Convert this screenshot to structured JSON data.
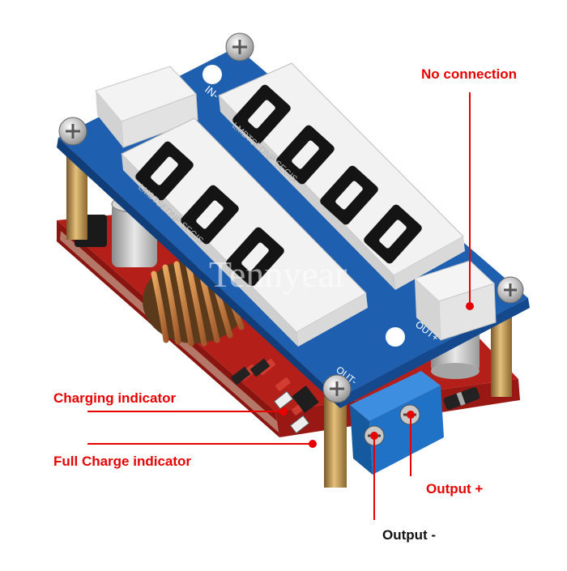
{
  "photo": {
    "subject": "LED display charging module",
    "watermark": "Tennyear",
    "board_labels": {
      "display_print_1": "LMBTSEDNP SEGIS",
      "display_print_2": "LMBTSEDNP SEGIS",
      "out_minus": "OUT-",
      "out_plus": "OUT+",
      "in_minus": "IN-"
    },
    "colors": {
      "pcb_blue": "#1f5fb0",
      "pcb_red": "#c8221c",
      "display_white": "#f2f2f2",
      "segment_dark": "#141414",
      "callout_red": "#e60000",
      "brass": "#c9a060",
      "copper": "#c8793a",
      "terminal_blue": "#1f72c6"
    }
  },
  "callouts": {
    "no_connection": "No connection",
    "charging_indicator": "Charging indicator",
    "full_charge_indicator": "Full Charge indicator",
    "output_plus": "Output +",
    "output_minus": "Output -"
  }
}
